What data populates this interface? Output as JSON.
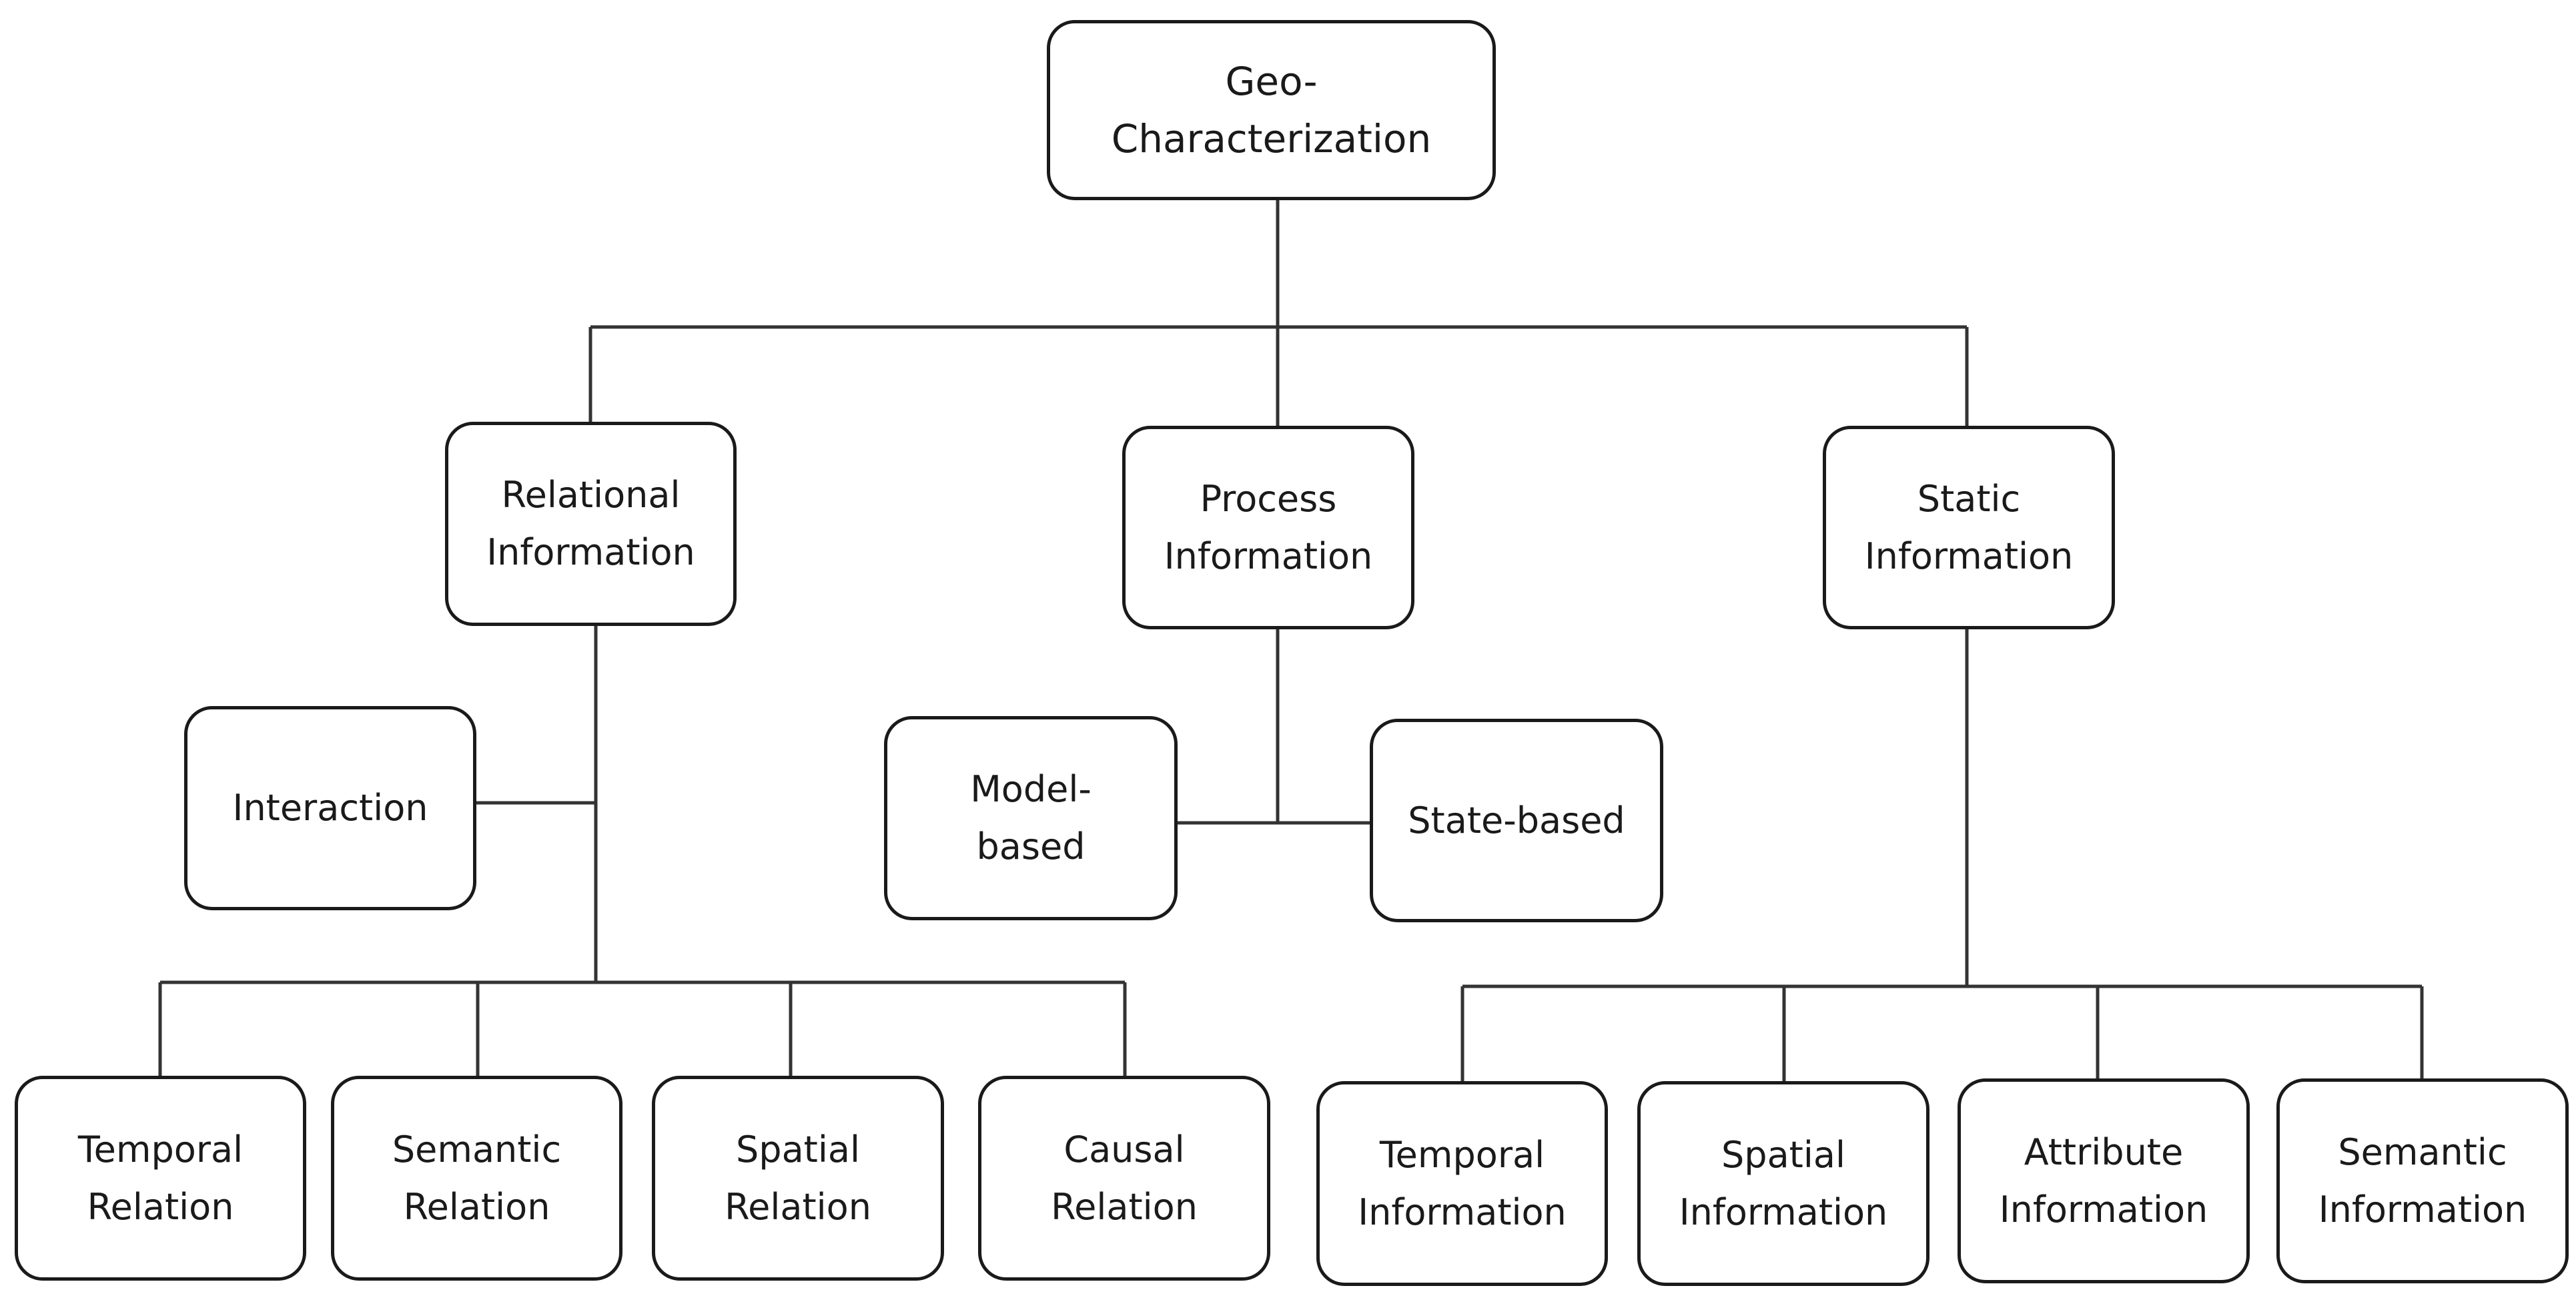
{
  "diagram": {
    "root": "Geo-\nCharacterization",
    "categories": {
      "relational": "Relational\nInformation",
      "process": "Process\nInformation",
      "static": "Static\nInformation"
    },
    "process_children": {
      "model": "Model-\nbased",
      "state": "State-based"
    },
    "relational_children": {
      "interaction": "Interaction",
      "temporal": "Temporal\nRelation",
      "semantic": "Semantic\nRelation",
      "spatial": "Spatial\nRelation",
      "causal": "Causal\nRelation"
    },
    "static_children": {
      "temporal": "Temporal\nInformation",
      "spatial": "Spatial\nInformation",
      "attribute": "Attribute\nInformation",
      "semantic": "Semantic\nInformation"
    }
  }
}
